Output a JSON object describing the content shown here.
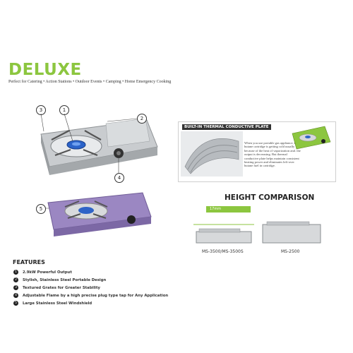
{
  "header": {
    "brand": "DELUXE",
    "tagline": "Perfect for Catering • Action Stations • Outdoor Events • Camping • Home Emergency Cooking"
  },
  "callouts": [
    "1",
    "2",
    "3",
    "4",
    "5"
  ],
  "thermal_panel": {
    "title": "BUILT-IN THERMAL CONDUCTIVE PLATE",
    "text": "When you use portable gas appliance, the butane cartridge is getting cold usually because of the heat of vaporization and. the output is decreasing. But thermal conductive plate helps maintain consistent heating power and eliminates left-over butane fuel in cartridge."
  },
  "height_comparison": {
    "title": "HEIGHT COMPARISON",
    "badge": "17mm",
    "model_a": "MS-3500/MS-3500S",
    "model_b": "MS-2500"
  },
  "features": {
    "title": "FEATURES",
    "items": [
      {
        "num": "1",
        "text": "2.9kW Powerful Output"
      },
      {
        "num": "2",
        "text": "Stylish, Stainless Steel Portable Design"
      },
      {
        "num": "3",
        "text": "Textured Grates for Greater Stability"
      },
      {
        "num": "4",
        "text": "Adjustable Flame by a high precise plug type tap for Any Application"
      },
      {
        "num": "5",
        "text": "Large Stainless Steel Windshield"
      }
    ]
  },
  "colors": {
    "accent": "#8cc63f",
    "lavender": "#8a76b0",
    "steel": "#b9bcc0"
  }
}
